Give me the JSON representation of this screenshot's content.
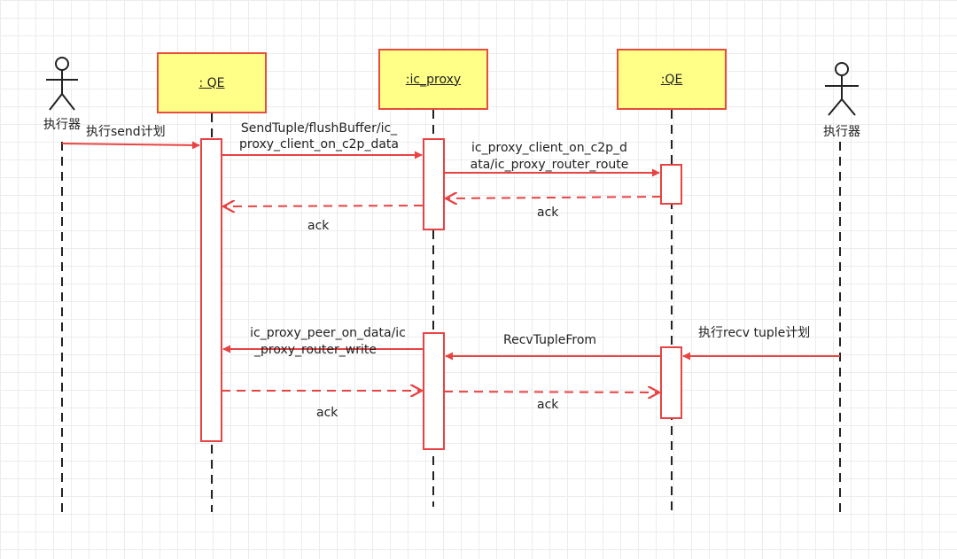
{
  "participants": {
    "actor_left": "执行器",
    "qe_left": ": QE",
    "ic_proxy": ":ic_proxy",
    "qe_right": ":QE",
    "actor_right": "执行器"
  },
  "messages": {
    "m1": "执行send计划",
    "m2_line1": "SendTuple/flushBuffer/ic_",
    "m2_line2": "proxy_client_on_c2p_data",
    "m3_line1": "ic_proxy_client_on_c2p_d",
    "m3_line2": "ata/ic_proxy_router_route",
    "ack1": "ack",
    "ack2": "ack",
    "m4": "执行recv tuple计划",
    "m5": "RecvTupleFrom",
    "m6_line1": "ic_proxy_peer_on_data/ic",
    "m6_line2": "_proxy_router_write",
    "ack3": "ack",
    "ack4": "ack"
  },
  "colors": {
    "arrow": "#e84343",
    "header_fill": "#ffff88",
    "header_border": "#e74c3c",
    "lifeline": "#222222"
  }
}
